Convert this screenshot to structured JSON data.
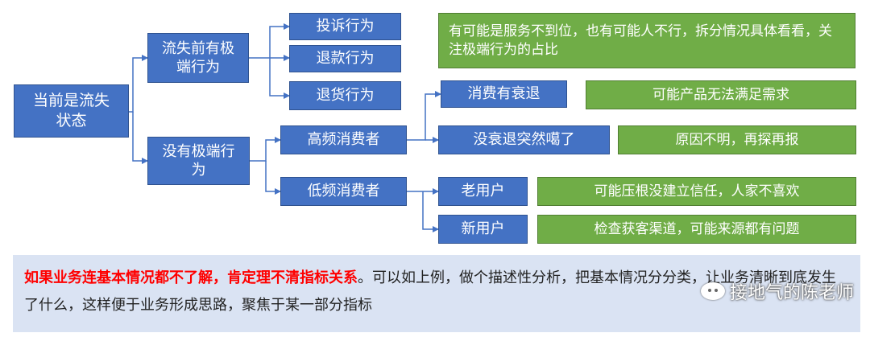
{
  "root": "当前是流失状态",
  "branch_extreme": "流失前有极端行为",
  "branch_no_extreme": "没有极端行为",
  "extreme_items": [
    "投诉行为",
    "退款行为",
    "退货行为"
  ],
  "extreme_note": "有可能是服务不到位，也有可能人不行，拆分情况具体看看，关注极端行为的占比",
  "high_freq": "高频消费者",
  "low_freq": "低频消费者",
  "high_items": [
    "消费有衰退",
    "没衰退突然噶了"
  ],
  "high_notes": [
    "可能产品无法满足需求",
    "原因不明，再探再报"
  ],
  "low_items": [
    "老用户",
    "新用户"
  ],
  "low_notes": [
    "可能压根没建立信任，人家不喜欢",
    "检查获客渠道，可能来源都有问题"
  ],
  "summary_highlight": "如果业务连基本情况都不了解，肯定理不清指标关系",
  "summary_rest": "。可以如上例，做个描述性分析，把基本情况分分类，让业务清晰到底发生了什么，这样便于业务形成思路，聚焦于某一部分指标",
  "watermark": "接地气的陈老师",
  "colors": {
    "node": "#4472c4",
    "note": "#70ad47",
    "highlight": "#ff0000",
    "panel": "#dae3f3"
  }
}
